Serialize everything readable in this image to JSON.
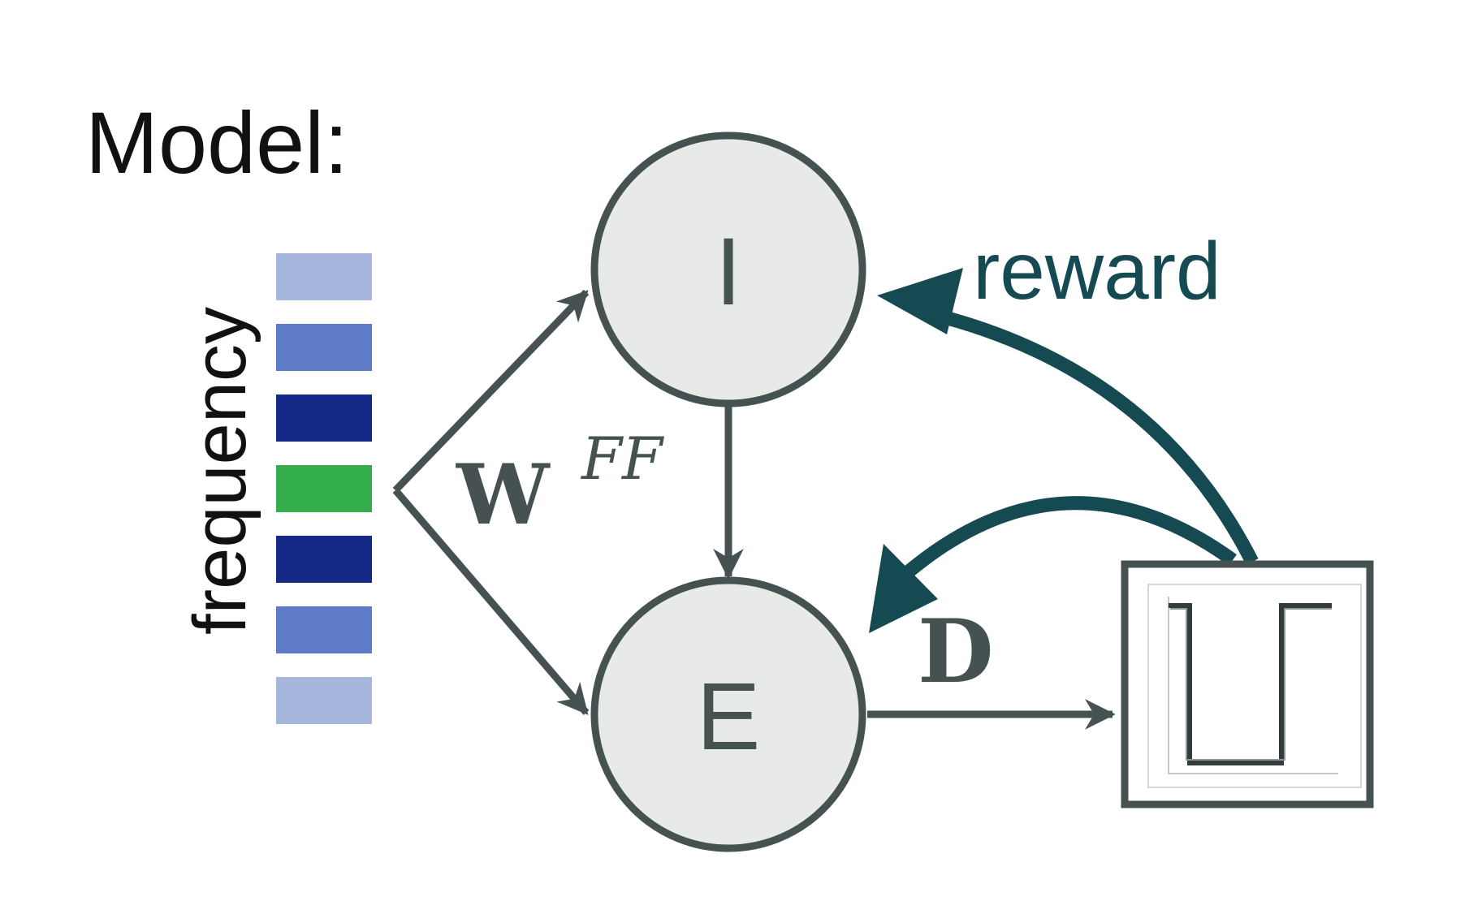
{
  "title": "Model:",
  "frequency_label": "frequency",
  "frequency_bars": [
    {
      "color": "#a7b6dd"
    },
    {
      "color": "#5e7bc6"
    },
    {
      "color": "#142a86"
    },
    {
      "color": "#33ae4b"
    },
    {
      "color": "#142a86"
    },
    {
      "color": "#5e7bc6"
    },
    {
      "color": "#a7b6dd"
    }
  ],
  "nodes": {
    "inhibitory": {
      "label": "I"
    },
    "excitatory": {
      "label": "E"
    }
  },
  "weights": {
    "feedforward": {
      "base": "W",
      "superscript": "FF"
    },
    "decoder": {
      "label": "D"
    }
  },
  "reward_label": "reward",
  "colors": {
    "line": "#465252",
    "node_fill": "#e8eae8",
    "reward": "#164a52",
    "text": "#111111"
  }
}
